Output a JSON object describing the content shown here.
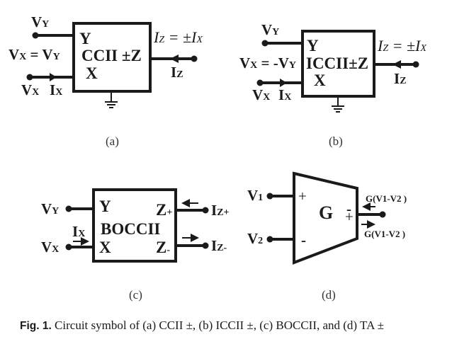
{
  "panels": {
    "a": {
      "tag": "(a)",
      "block_name": "CCII ±Z",
      "port_y": "Y",
      "port_x": "X",
      "vy_label": "V",
      "vy_sub": "Y",
      "relation_left": "V",
      "relation_left_sub": "X",
      "relation_eq": " = V",
      "relation_right_sub": "Y",
      "vx_label": "V",
      "vx_sub": "X",
      "ix_label": "I",
      "ix_sub": "X",
      "iz_label": "I",
      "iz_sub": "Z",
      "iz_eq_left": "I",
      "iz_eq_left_sub": "Z",
      "iz_eq_mid": " = ±I",
      "iz_eq_right_sub": "X"
    },
    "b": {
      "tag": "(b)",
      "block_name": "ICCII±Z",
      "port_y": "Y",
      "port_x": "X",
      "vy_label": "V",
      "vy_sub": "Y",
      "relation_left": "V",
      "relation_left_sub": "X",
      "relation_eq": " = -V",
      "relation_right_sub": "Y",
      "vx_label": "V",
      "vx_sub": "X",
      "ix_label": "I",
      "ix_sub": "X",
      "iz_label": "I",
      "iz_sub": "Z",
      "iz_eq_left": "I",
      "iz_eq_left_sub": "Z",
      "iz_eq_mid": " = ±I",
      "iz_eq_right_sub": "X"
    },
    "c": {
      "tag": "(c)",
      "block_name": "BOCCII",
      "port_y": "Y",
      "port_x": "X",
      "port_zp": "Z",
      "port_zp_sub": "+",
      "port_zm": "Z",
      "port_zm_sub": "-",
      "vy_label": "V",
      "vy_sub": "Y",
      "vx_label": "V",
      "vx_sub": "X",
      "ix_label": "I",
      "ix_sub": "X",
      "izp_label": "I",
      "izp_sub": "Z+",
      "izm_label": "I",
      "izm_sub": "Z-"
    },
    "d": {
      "tag": "(d)",
      "block_name": "G",
      "plus_in": "+",
      "minus_in": "-",
      "minus_out": "-",
      "plus_out": "+",
      "v1_label": "V",
      "v1_sub": "1",
      "v2_label": "V",
      "v2_sub": "2",
      "out_top": "G(V1-V2 )",
      "out_bottom": "G(V1-V2 )"
    }
  },
  "caption": {
    "label": "Fig. 1.",
    "text": " Circuit symbol of (a) CCII ±, (b) ICCII ±, (c) BOCCII, and (d) TA ±"
  }
}
